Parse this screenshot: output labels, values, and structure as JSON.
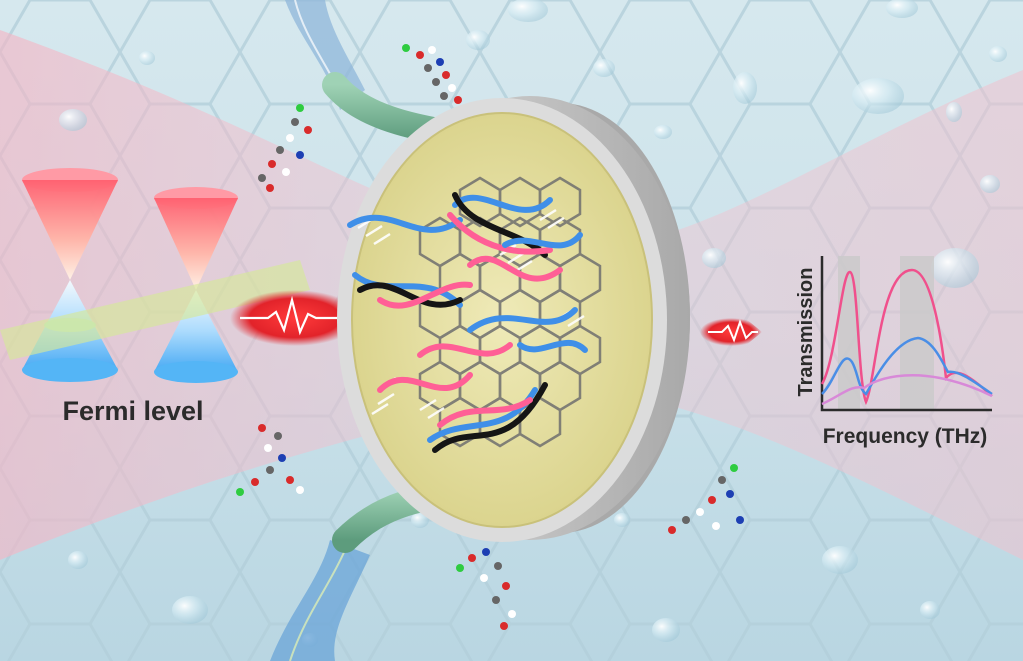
{
  "labels": {
    "fermi_level": "Fermi level",
    "y_axis": "Transmission",
    "x_axis": "Frequency (THz)"
  },
  "colors": {
    "background": "#cfe3ea",
    "pink_beam": "#f3b8c6",
    "disk_gold": "#e8e3a6",
    "dna_pink": "#ff5f96",
    "dna_blue": "#3f8fe8",
    "dna_black": "#151515",
    "pulse_red": "#e2232a",
    "curve_pink": "#f0508c",
    "curve_blue": "#4a8ee6",
    "curve_light": "#d889d8",
    "highlight_band": "#c9c9c9"
  },
  "chart_data": {
    "type": "line",
    "xlabel": "Frequency (THz)",
    "ylabel": "Transmission",
    "notes": "schematic inset, no tick values shown"
  }
}
